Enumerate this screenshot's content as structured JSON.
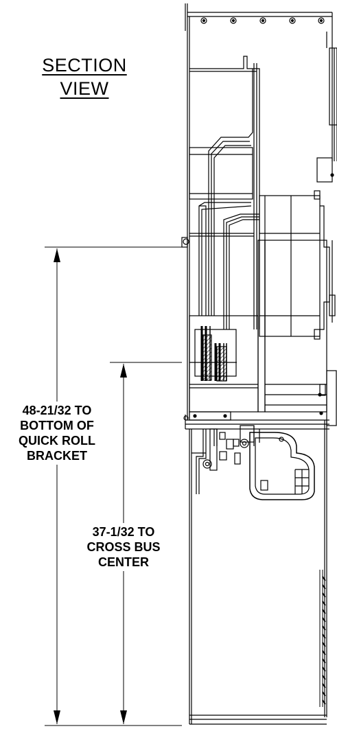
{
  "section_title": {
    "line1": "SECTION",
    "line2": "VIEW"
  },
  "dimensions": [
    {
      "id": "quick-roll-bracket",
      "lines": [
        "48-21/32 TO",
        "BOTTOM OF",
        "QUICK ROLL",
        "BRACKET"
      ]
    },
    {
      "id": "cross-bus-center",
      "lines": [
        "37-1/32 TO",
        "CROSS BUS",
        "CENTER"
      ]
    }
  ]
}
